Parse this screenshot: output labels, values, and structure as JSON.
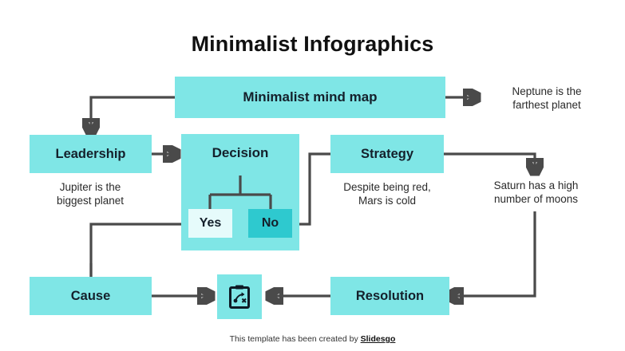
{
  "title": "Minimalist Infographics",
  "nodes": {
    "mind_map": "Minimalist mind map",
    "leadership": "Leadership",
    "decision": "Decision",
    "yes": "Yes",
    "no": "No",
    "strategy": "Strategy",
    "cause": "Cause",
    "resolution": "Resolution"
  },
  "captions": {
    "neptune": "Neptune is the\nfarthest planet",
    "jupiter": "Jupiter is the\nbiggest planet",
    "mars": "Despite being red,\nMars is cold",
    "saturn": "Saturn has a high\nnumber of moons"
  },
  "icons": {
    "strategy_clipboard": "strategy-clipboard-icon"
  },
  "footer": {
    "text": "This template has been created by ",
    "brand": "Slidesgo"
  },
  "colors": {
    "accent": "#7fe6e6",
    "accent_dark": "#2ec9cf",
    "accent_light": "#e6fbfb",
    "line": "#4a4a4a",
    "text": "#14202b",
    "background": "#ffffff"
  }
}
